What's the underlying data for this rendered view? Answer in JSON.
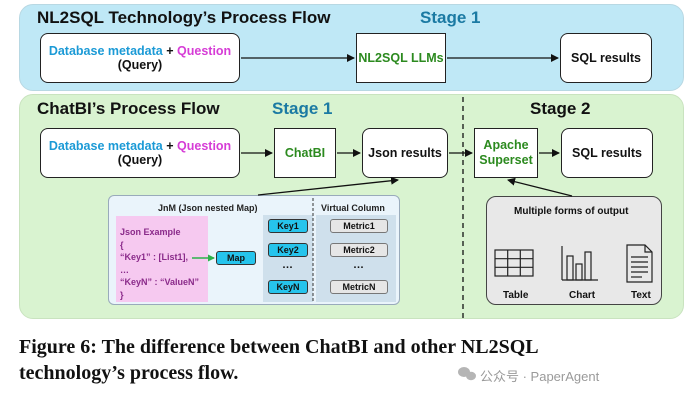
{
  "top_panel": {
    "title": "NL2SQL Technology’s Process Flow",
    "stage_label": "Stage 1",
    "input": {
      "part1": "Database metadata",
      "plus": " + ",
      "part2": "Question",
      "line2": "(Query)"
    },
    "llm_box": "NL2SQL LLMs",
    "result_box": "SQL results"
  },
  "bottom_panel": {
    "title": "ChatBI’s Process Flow",
    "stage1_label": "Stage 1",
    "stage2_label": "Stage 2",
    "input": {
      "part1": "Database metadata",
      "plus": " + ",
      "part2": "Question",
      "line2": "(Query)"
    },
    "chatbi_box": "ChatBI",
    "json_box": "Json results",
    "superset_box_line1": "Apache",
    "superset_box_line2": "Superset",
    "sql_box": "SQL results"
  },
  "jnm": {
    "title": "JnM (Json nested Map)",
    "virtual_column": "Virtual Column",
    "json_example": [
      "Json Example",
      "{",
      "“Key1” : [List1],",
      "…",
      "“KeyN” : “ValueN”",
      "}"
    ],
    "map_label": "Map",
    "keys": [
      "Key1",
      "Key2",
      "…",
      "KeyN"
    ],
    "metrics": [
      "Metric1",
      "Metric2",
      "…",
      "MetricN"
    ]
  },
  "output": {
    "title": "Multiple forms of output",
    "items": [
      {
        "label": "Table",
        "icon": "table-icon"
      },
      {
        "label": "Chart",
        "icon": "bar-chart-icon"
      },
      {
        "label": "Text",
        "icon": "document-icon"
      }
    ]
  },
  "colors": {
    "top_bg": "#bfe8f6",
    "bottom_bg": "#d9f3d0",
    "blue_text": "#1b9ad6",
    "pink_text": "#d63cd6",
    "green_text": "#2c8a1f",
    "stage_blue": "#1b7aa3",
    "key_cyan": "#26c4ec",
    "json_pink": "#f6c9f0"
  },
  "caption": {
    "line1": "Figure 6: The difference between ChatBI and other NL2SQL",
    "line2": "technology’s process flow."
  },
  "watermark": "公众号 · PaperAgent"
}
